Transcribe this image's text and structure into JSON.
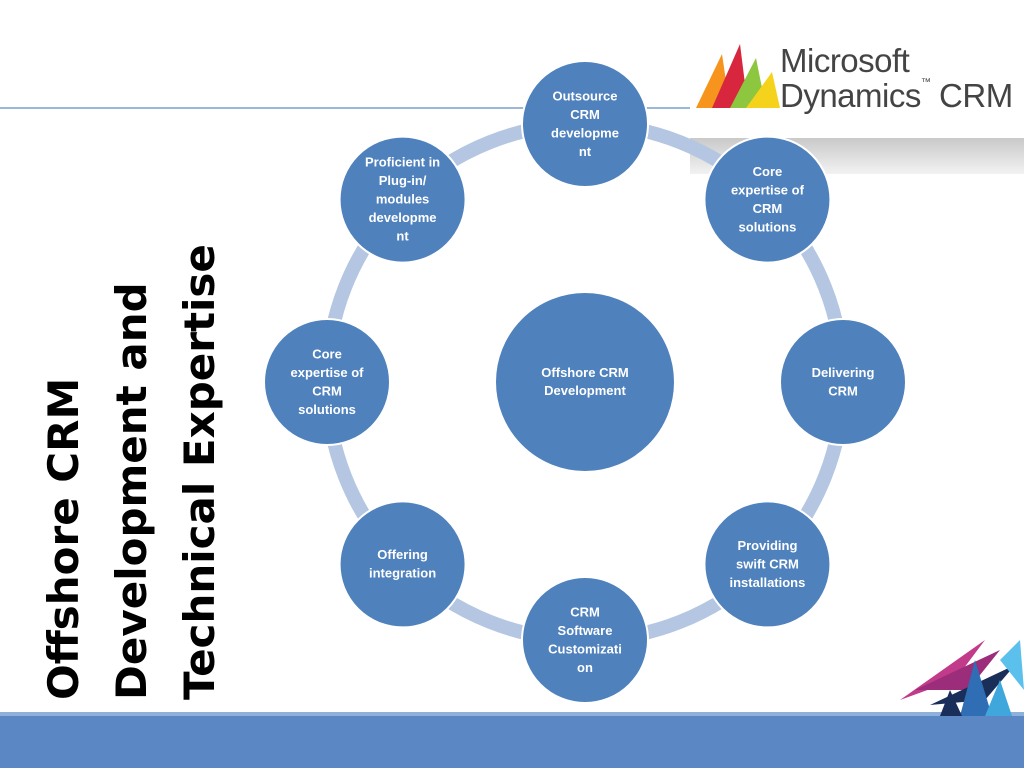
{
  "title": {
    "lines": [
      "Offshore CRM",
      "Development and",
      "Technical Expertise"
    ]
  },
  "logo": {
    "line1": "Microsoft",
    "line2": "Dynamics",
    "line2_tm": "™",
    "line2_suffix": "CRM"
  },
  "diagram": {
    "center": {
      "lines": [
        "Offshore CRM",
        "Development"
      ]
    },
    "nodes": [
      {
        "lines": [
          "Outsource",
          "CRM",
          "developme",
          "nt"
        ]
      },
      {
        "lines": [
          "Core",
          "expertise of",
          "CRM",
          "solutions"
        ]
      },
      {
        "lines": [
          "Delivering",
          "CRM"
        ]
      },
      {
        "lines": [
          "Providing",
          "swift CRM",
          "installations"
        ]
      },
      {
        "lines": [
          "CRM",
          "Software",
          "Customizati",
          "on"
        ]
      },
      {
        "lines": [
          "Offering",
          "integration"
        ]
      },
      {
        "lines": [
          "Core",
          "expertise of",
          "CRM",
          "solutions"
        ]
      },
      {
        "lines": [
          "Proficient in",
          "Plug-in/",
          "modules",
          "developme",
          "nt"
        ]
      }
    ]
  },
  "colors": {
    "node_fill": "#4f81bd",
    "node_stroke": "#ffffff",
    "ring": "#b4c6e1",
    "band": "#5b88c4",
    "logo_green": "#8dc63f",
    "logo_orange": "#f7941d",
    "logo_red": "#d7263d",
    "logo_yellow": "#f5d31c"
  }
}
